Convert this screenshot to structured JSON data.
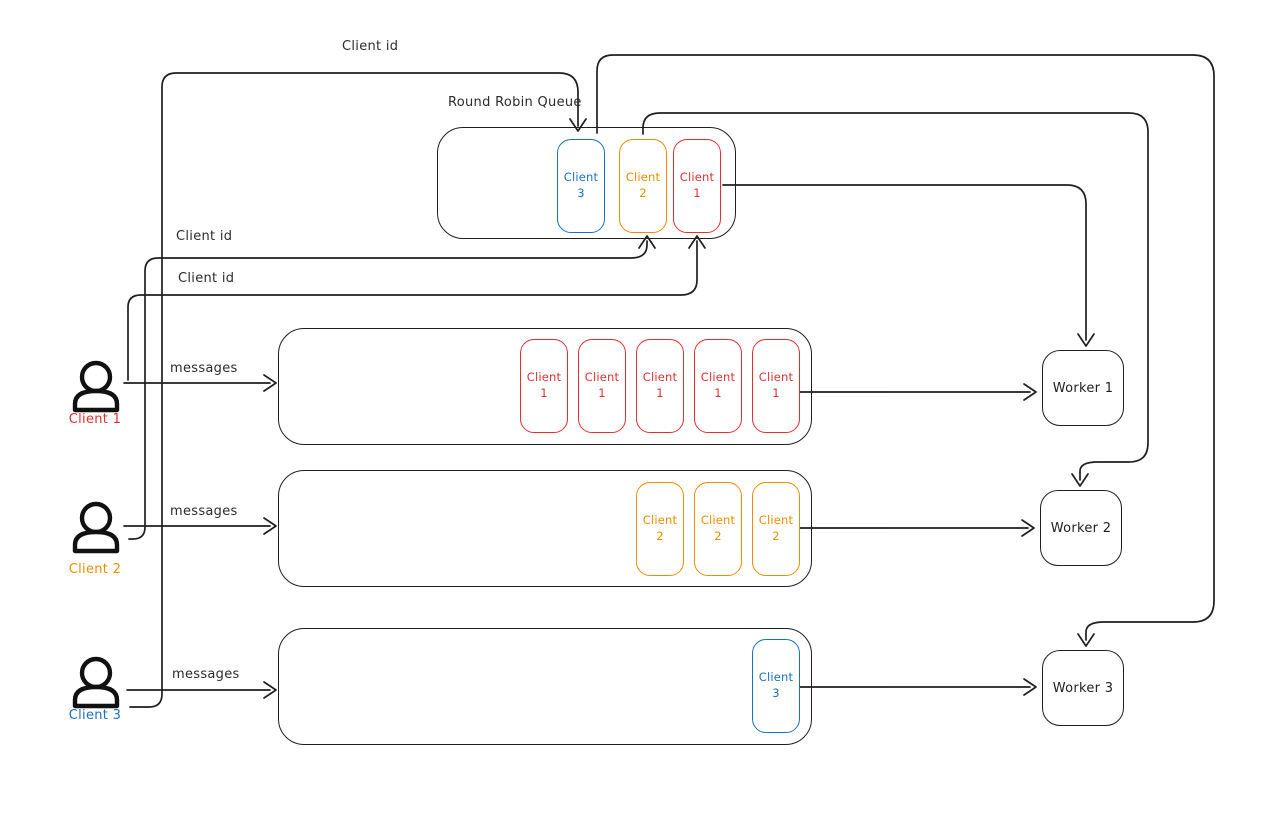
{
  "colors": {
    "red": "#e03131",
    "orange": "#f08c00",
    "blue": "#1971c2",
    "ink": "#1f1f1f",
    "background": "#ffffff"
  },
  "round_robin_queue": {
    "label": "Round Robin Queue",
    "items": [
      {
        "line1": "Client",
        "line2": "3",
        "color": "blue"
      },
      {
        "line1": "Client",
        "line2": "2",
        "color": "orange"
      },
      {
        "line1": "Client",
        "line2": "1",
        "color": "red"
      }
    ]
  },
  "clients": [
    {
      "name": "Client 1",
      "color": "red",
      "id_label": "Client id",
      "messages_label": "messages"
    },
    {
      "name": "Client 2",
      "color": "orange",
      "id_label": "Client id",
      "messages_label": "messages"
    },
    {
      "name": "Client 3",
      "color": "blue",
      "id_label": "Client id",
      "messages_label": "messages"
    }
  ],
  "message_queues": [
    {
      "items": [
        {
          "line1": "Client",
          "line2": "1"
        },
        {
          "line1": "Client",
          "line2": "1"
        },
        {
          "line1": "Client",
          "line2": "1"
        },
        {
          "line1": "Client",
          "line2": "1"
        },
        {
          "line1": "Client",
          "line2": "1"
        }
      ],
      "color": "red"
    },
    {
      "items": [
        {
          "line1": "Client",
          "line2": "2"
        },
        {
          "line1": "Client",
          "line2": "2"
        },
        {
          "line1": "Client",
          "line2": "2"
        }
      ],
      "color": "orange"
    },
    {
      "items": [
        {
          "line1": "Client",
          "line2": "3"
        }
      ],
      "color": "blue"
    }
  ],
  "workers": [
    {
      "label": "Worker 1"
    },
    {
      "label": "Worker 2"
    },
    {
      "label": "Worker 3"
    }
  ]
}
